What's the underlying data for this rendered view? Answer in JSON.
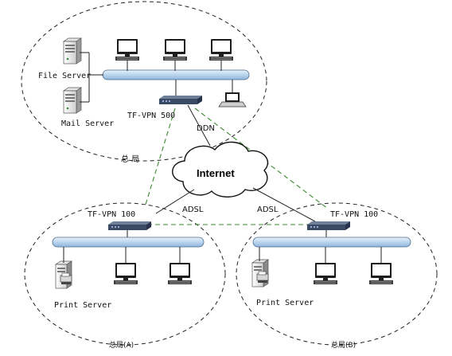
{
  "diagram": {
    "sites": {
      "hq": {
        "label": "总  局",
        "router": "TF-VPN 500",
        "link": "DDN",
        "servers": {
          "file": "File Server",
          "mail": "Mail Server"
        }
      },
      "branch_a": {
        "label": "总局(A)",
        "router": "TF-VPN 100",
        "link": "ADSL",
        "server": "Print Server"
      },
      "branch_b": {
        "label": "总局(B)",
        "router": "TF-VPN 100",
        "link": "ADSL",
        "server": "Print Server"
      }
    },
    "cloud": {
      "label": "Internet"
    },
    "colors": {
      "vpn_tunnel": "#3a8a2e",
      "lan_bus": "#c9dff2",
      "device": "#3b4a63"
    },
    "icons": [
      "server-icon",
      "desktop-pc-icon",
      "laptop-icon",
      "vpn-router-icon",
      "internet-cloud-icon",
      "lan-bus-icon"
    ]
  }
}
